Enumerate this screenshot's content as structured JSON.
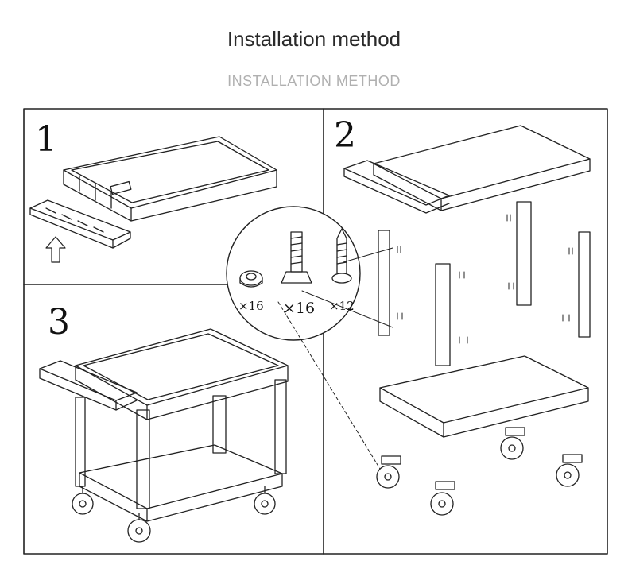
{
  "header": {
    "title": "Installation method",
    "subtitle": "INSTALLATION METHOD"
  },
  "steps": [
    {
      "number": "1"
    },
    {
      "number": "2"
    },
    {
      "number": "3"
    }
  ],
  "hardware": [
    {
      "name": "nut",
      "qty": "×16"
    },
    {
      "name": "bolt",
      "qty": "×16"
    },
    {
      "name": "screw",
      "qty": "×12"
    }
  ]
}
